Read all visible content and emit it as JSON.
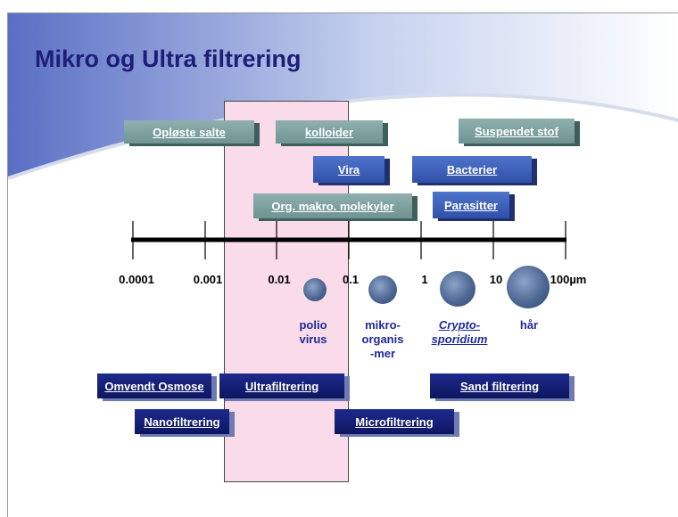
{
  "title": "Mikro og Ultra filtrering",
  "size_categories": {
    "oploste_salte": "Opløste salte",
    "kolloider": "kolloider",
    "suspendet_stof": "Suspendet stof",
    "vira": "Vira",
    "bacterier": "Bacterier",
    "org_makro": "Org. makro. molekyler",
    "parasitter": "Parasitter"
  },
  "scale": {
    "ticks": [
      "0.0001",
      "0.001",
      "0.01",
      "0.1",
      "1",
      "10",
      "100µm"
    ]
  },
  "organisms": {
    "polio": [
      "polio",
      "virus"
    ],
    "mikro": [
      "mikro-",
      "organis",
      "-mer"
    ],
    "crypto": [
      "Crypto-",
      "sporidium"
    ],
    "haar": [
      "hår"
    ]
  },
  "processes": {
    "omvendt_osmose": "Omvendt Osmose",
    "ultrafiltrering": "Ultrafiltrering",
    "sand_filtrering": "Sand  filtrering",
    "nanofiltrering": "Nanofiltrering",
    "microfiltrering": "Microfiltrering"
  },
  "colors": {
    "title": "#1e1e78",
    "grey_box": "#7fa2a0",
    "blue_box": "#3f62bc",
    "navy_box": "#14207a",
    "highlight": "#fadbea"
  }
}
